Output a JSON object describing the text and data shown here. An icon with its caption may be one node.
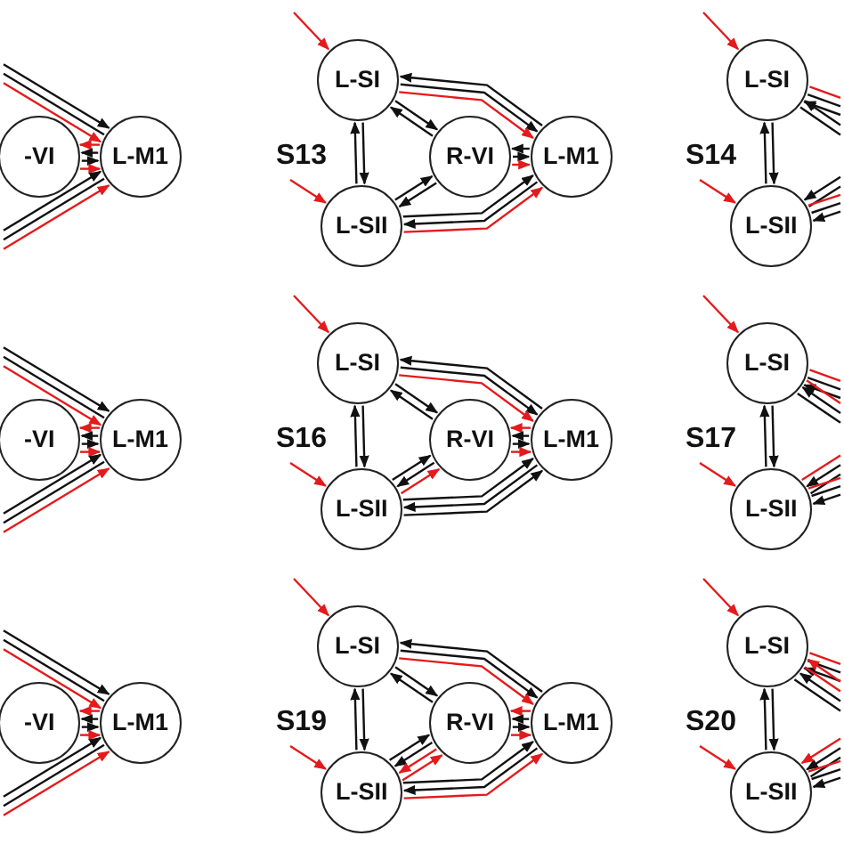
{
  "diagram": {
    "nodes": [
      {
        "text": [
          "-VI"
        ]
      },
      {
        "text": [
          "L-M1"
        ]
      },
      {
        "text": [
          "L-SI"
        ]
      },
      {
        "text": [
          "L-SII"
        ]
      },
      {
        "text": [
          "R-VI"
        ]
      },
      {
        "text": [
          "L-M1"
        ]
      },
      {
        "text": [
          "L-SI"
        ]
      },
      {
        "text": [
          "L-SII"
        ]
      },
      {
        "text": [
          "-VI"
        ]
      },
      {
        "text": [
          "L-M1"
        ]
      },
      {
        "text": [
          "L-SI"
        ]
      },
      {
        "text": [
          "L-SII"
        ]
      },
      {
        "text": [
          "R-VI"
        ]
      },
      {
        "text": [
          "L-M1"
        ]
      },
      {
        "text": [
          "L-SI"
        ]
      },
      {
        "text": [
          "L-SII"
        ]
      },
      {
        "text": [
          "-VI"
        ]
      },
      {
        "text": [
          "L-M1"
        ]
      },
      {
        "text": [
          "L-SI"
        ]
      },
      {
        "text": [
          "L-SII"
        ]
      },
      {
        "text": [
          "R-VI"
        ]
      },
      {
        "text": [
          "L-M1"
        ]
      },
      {
        "text": [
          "L-SI"
        ]
      },
      {
        "text": [
          "L-SII"
        ]
      }
    ],
    "edges": [
      {
        "from": null,
        "to": 1,
        "arrow": "to"
      },
      {
        "from": 1,
        "to": null,
        "arrow": "none"
      },
      {
        "from": null,
        "to": 1,
        "arrow": "to",
        "color": "#e41a1c"
      },
      {
        "from": 1,
        "to": 0,
        "arrow": "to",
        "color": "#e41a1c"
      },
      {
        "from": 1,
        "to": 0,
        "arrow": "to"
      },
      {
        "from": 0,
        "to": 1,
        "arrow": "to"
      },
      {
        "from": 0,
        "to": 1,
        "arrow": "to",
        "color": "#e41a1c"
      },
      {
        "from": null,
        "to": 1,
        "arrow": "to"
      },
      {
        "from": 1,
        "to": null,
        "arrow": "none"
      },
      {
        "from": null,
        "to": 1,
        "arrow": "to",
        "color": "#e41a1c"
      },
      {
        "from": null,
        "to": 2,
        "arrow": "to",
        "color": "#e41a1c"
      },
      {
        "from": null,
        "to": 3,
        "arrow": "to",
        "color": "#e41a1c"
      },
      {
        "from": 2,
        "to": 3,
        "arrow": "to"
      },
      {
        "from": 3,
        "to": 2,
        "arrow": "to"
      },
      {
        "from": 2,
        "to": 4,
        "arrow": "to"
      },
      {
        "from": 4,
        "to": 2,
        "arrow": "to"
      },
      {
        "from": 3,
        "to": 4,
        "arrow": "to"
      },
      {
        "from": 4,
        "to": 3,
        "arrow": "to"
      },
      {
        "from": 5,
        "to": 2,
        "arrow": "to"
      },
      {
        "from": 2,
        "to": 5,
        "arrow": "to"
      },
      {
        "from": 2,
        "to": 5,
        "arrow": "to",
        "color": "#e41a1c"
      },
      {
        "from": 5,
        "to": 4,
        "arrow": "to"
      },
      {
        "from": 4,
        "to": 5,
        "arrow": "to"
      },
      {
        "from": 4,
        "to": 5,
        "arrow": "to",
        "color": "#e41a1c"
      },
      {
        "from": 3,
        "to": 5,
        "arrow": "to"
      },
      {
        "from": 5,
        "to": 3,
        "arrow": "to"
      },
      {
        "from": 3,
        "to": 5,
        "arrow": "to",
        "color": "#e41a1c"
      },
      {
        "from": null,
        "to": 6,
        "arrow": "to",
        "color": "#e41a1c"
      },
      {
        "from": null,
        "to": 7,
        "arrow": "to",
        "color": "#e41a1c"
      },
      {
        "from": 6,
        "to": 7,
        "arrow": "to"
      },
      {
        "from": 7,
        "to": 6,
        "arrow": "to"
      },
      {
        "from": null,
        "to": 6,
        "arrow": "to"
      },
      {
        "from": 6,
        "to": null,
        "arrow": "none"
      },
      {
        "from": 6,
        "to": null,
        "arrow": "none",
        "color": "#e41a1c"
      },
      {
        "from": 6,
        "to": null,
        "arrow": "none"
      },
      {
        "from": null,
        "to": 6,
        "arrow": "to"
      },
      {
        "from": 7,
        "to": null,
        "arrow": "none"
      },
      {
        "from": null,
        "to": 7,
        "arrow": "to"
      },
      {
        "from": null,
        "to": 7,
        "arrow": "to"
      },
      {
        "from": 7,
        "to": null,
        "arrow": "none"
      },
      {
        "from": 7,
        "to": null,
        "arrow": "none",
        "color": "#e41a1c"
      },
      {
        "from": null,
        "to": 9,
        "arrow": "to"
      },
      {
        "from": 9,
        "to": null,
        "arrow": "none"
      },
      {
        "from": null,
        "to": 9,
        "arrow": "to",
        "color": "#e41a1c"
      },
      {
        "from": 9,
        "to": 8,
        "arrow": "to",
        "color": "#e41a1c"
      },
      {
        "from": 9,
        "to": 8,
        "arrow": "to"
      },
      {
        "from": 8,
        "to": 9,
        "arrow": "to"
      },
      {
        "from": 8,
        "to": 9,
        "arrow": "to",
        "color": "#e41a1c"
      },
      {
        "from": null,
        "to": 9,
        "arrow": "to"
      },
      {
        "from": 9,
        "to": null,
        "arrow": "none"
      },
      {
        "from": null,
        "to": 9,
        "arrow": "to",
        "color": "#e41a1c"
      },
      {
        "from": null,
        "to": 10,
        "arrow": "to",
        "color": "#e41a1c"
      },
      {
        "from": null,
        "to": 11,
        "arrow": "to",
        "color": "#e41a1c"
      },
      {
        "from": 10,
        "to": 11,
        "arrow": "to"
      },
      {
        "from": 11,
        "to": 10,
        "arrow": "to"
      },
      {
        "from": 10,
        "to": 12,
        "arrow": "to"
      },
      {
        "from": 12,
        "to": 10,
        "arrow": "to"
      },
      {
        "from": 11,
        "to": 12,
        "arrow": "to"
      },
      {
        "from": 12,
        "to": 11,
        "arrow": "to"
      },
      {
        "from": 13,
        "to": 10,
        "arrow": "to"
      },
      {
        "from": 10,
        "to": 13,
        "arrow": "to"
      },
      {
        "from": 10,
        "to": 13,
        "arrow": "to",
        "color": "#e41a1c"
      },
      {
        "from": 13,
        "to": 12,
        "arrow": "to",
        "color": "#e41a1c"
      },
      {
        "from": 13,
        "to": 12,
        "arrow": "to"
      },
      {
        "from": 12,
        "to": 13,
        "arrow": "to"
      },
      {
        "from": 12,
        "to": 13,
        "arrow": "to",
        "color": "#e41a1c"
      },
      {
        "from": 11,
        "to": 12,
        "arrow": "to",
        "color": "#e41a1c"
      },
      {
        "from": 11,
        "to": 13,
        "arrow": "to"
      },
      {
        "from": 13,
        "to": 11,
        "arrow": "to"
      },
      {
        "from": 11,
        "to": 13,
        "arrow": "to"
      },
      {
        "from": null,
        "to": 14,
        "arrow": "to",
        "color": "#e41a1c"
      },
      {
        "from": null,
        "to": 15,
        "arrow": "to",
        "color": "#e41a1c"
      },
      {
        "from": 14,
        "to": 15,
        "arrow": "to"
      },
      {
        "from": 15,
        "to": 14,
        "arrow": "to"
      },
      {
        "from": null,
        "to": 14,
        "arrow": "to"
      },
      {
        "from": 14,
        "to": null,
        "arrow": "none"
      },
      {
        "from": 14,
        "to": null,
        "arrow": "none",
        "color": "#e41a1c"
      },
      {
        "from": 14,
        "to": null,
        "arrow": "none"
      },
      {
        "from": null,
        "to": 14,
        "arrow": "to"
      },
      {
        "from": 14,
        "to": null,
        "arrow": "none",
        "color": "#e41a1c"
      },
      {
        "from": 15,
        "to": null,
        "arrow": "none"
      },
      {
        "from": null,
        "to": 15,
        "arrow": "to"
      },
      {
        "from": 15,
        "to": null,
        "arrow": "none",
        "color": "#e41a1c"
      },
      {
        "from": null,
        "to": 15,
        "arrow": "to"
      },
      {
        "from": 15,
        "to": null,
        "arrow": "none"
      },
      {
        "from": 15,
        "to": null,
        "arrow": "none",
        "color": "#e41a1c"
      },
      {
        "from": null,
        "to": 17,
        "arrow": "to"
      },
      {
        "from": 17,
        "to": null,
        "arrow": "none"
      },
      {
        "from": null,
        "to": 17,
        "arrow": "to",
        "color": "#e41a1c"
      },
      {
        "from": 17,
        "to": 16,
        "arrow": "to",
        "color": "#e41a1c"
      },
      {
        "from": 17,
        "to": 16,
        "arrow": "to"
      },
      {
        "from": 16,
        "to": 17,
        "arrow": "to"
      },
      {
        "from": 16,
        "to": 17,
        "arrow": "to",
        "color": "#e41a1c"
      },
      {
        "from": null,
        "to": 17,
        "arrow": "to"
      },
      {
        "from": 17,
        "to": null,
        "arrow": "none"
      },
      {
        "from": null,
        "to": 17,
        "arrow": "to",
        "color": "#e41a1c"
      },
      {
        "from": null,
        "to": 18,
        "arrow": "to",
        "color": "#e41a1c"
      },
      {
        "from": null,
        "to": 19,
        "arrow": "to",
        "color": "#e41a1c"
      },
      {
        "from": 18,
        "to": 19,
        "arrow": "to"
      },
      {
        "from": 19,
        "to": 18,
        "arrow": "to"
      },
      {
        "from": 18,
        "to": 20,
        "arrow": "to"
      },
      {
        "from": 20,
        "to": 18,
        "arrow": "to"
      },
      {
        "from": 19,
        "to": 20,
        "arrow": "to"
      },
      {
        "from": 20,
        "to": 19,
        "arrow": "to"
      },
      {
        "from": 21,
        "to": 18,
        "arrow": "to"
      },
      {
        "from": 18,
        "to": 21,
        "arrow": "to"
      },
      {
        "from": 18,
        "to": 21,
        "arrow": "to",
        "color": "#e41a1c"
      },
      {
        "from": 21,
        "to": 20,
        "arrow": "to",
        "color": "#e41a1c"
      },
      {
        "from": 21,
        "to": 20,
        "arrow": "to"
      },
      {
        "from": 20,
        "to": 21,
        "arrow": "to"
      },
      {
        "from": 20,
        "to": 21,
        "arrow": "to",
        "color": "#e41a1c"
      },
      {
        "from": 20,
        "to": 19,
        "arrow": "to",
        "color": "#e41a1c"
      },
      {
        "from": 19,
        "to": 20,
        "arrow": "to",
        "color": "#e41a1c"
      },
      {
        "from": 19,
        "to": 21,
        "arrow": "to"
      },
      {
        "from": 21,
        "to": 19,
        "arrow": "to"
      },
      {
        "from": 19,
        "to": 21,
        "arrow": "to",
        "color": "#e41a1c"
      },
      {
        "from": null,
        "to": 22,
        "arrow": "to",
        "color": "#e41a1c"
      },
      {
        "from": null,
        "to": 23,
        "arrow": "to",
        "color": "#e41a1c"
      },
      {
        "from": 22,
        "to": 23,
        "arrow": "to"
      },
      {
        "from": 23,
        "to": 22,
        "arrow": "to"
      },
      {
        "from": null,
        "to": 22,
        "arrow": "to"
      },
      {
        "from": 22,
        "to": null,
        "arrow": "none"
      },
      {
        "from": 22,
        "to": null,
        "arrow": "none",
        "color": "#e41a1c"
      },
      {
        "from": 22,
        "to": null,
        "arrow": "none"
      },
      {
        "from": null,
        "to": 22,
        "arrow": "to"
      },
      {
        "from": 22,
        "to": null,
        "arrow": "none",
        "color": "#e41a1c"
      },
      {
        "from": null,
        "to": 22,
        "arrow": "to",
        "color": "#e41a1c"
      },
      {
        "from": 23,
        "to": null,
        "arrow": "none"
      },
      {
        "from": null,
        "to": 23,
        "arrow": "to"
      },
      {
        "from": null,
        "to": 23,
        "arrow": "to",
        "color": "#e41a1c"
      },
      {
        "from": null,
        "to": 23,
        "arrow": "to"
      },
      {
        "from": 23,
        "to": null,
        "arrow": "none"
      },
      {
        "from": 23,
        "to": null,
        "arrow": "none",
        "color": "#e41a1c"
      }
    ],
    "labels": [
      "S13",
      "S14",
      "S16",
      "S17",
      "S19",
      "S20"
    ]
  }
}
